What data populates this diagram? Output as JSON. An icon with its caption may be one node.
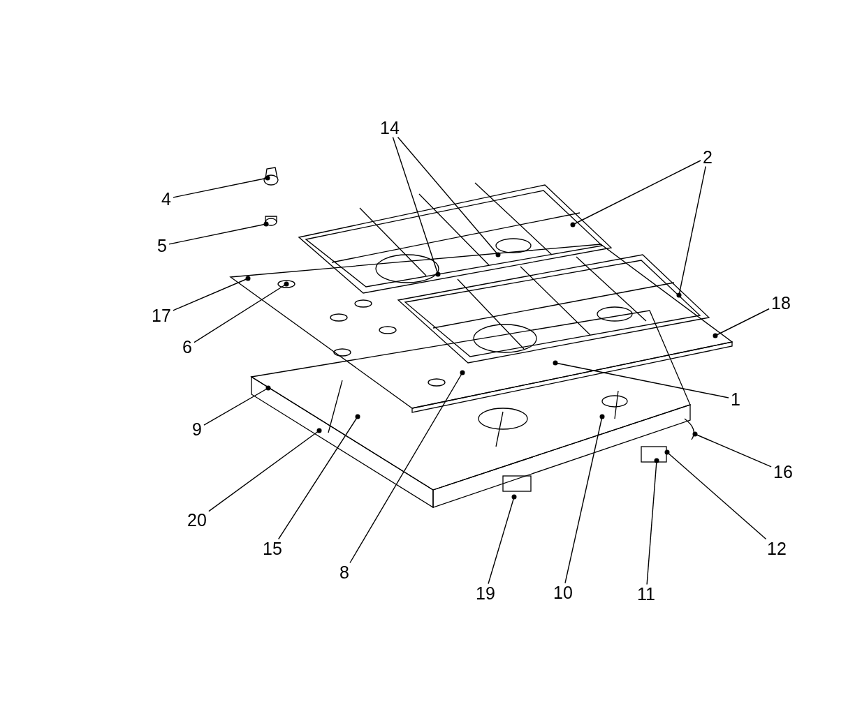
{
  "diagram": {
    "nodes": [
      {
        "text": [
          "14"
        ]
      },
      {
        "text": [
          "2"
        ]
      },
      {
        "text": [
          "4"
        ]
      },
      {
        "text": [
          "5"
        ]
      },
      {
        "text": [
          "18"
        ]
      },
      {
        "text": [
          "17"
        ]
      },
      {
        "text": [
          "6"
        ]
      },
      {
        "text": [
          "1"
        ]
      },
      {
        "text": [
          "9"
        ]
      },
      {
        "text": [
          "16"
        ]
      },
      {
        "text": [
          "20"
        ]
      },
      {
        "text": [
          "15"
        ]
      },
      {
        "text": [
          "12"
        ]
      },
      {
        "text": [
          "8"
        ]
      },
      {
        "text": [
          "19"
        ]
      },
      {
        "text": [
          "10"
        ]
      },
      {
        "text": [
          "11"
        ]
      }
    ],
    "edges": [
      {
        "from": 0,
        "to": null,
        "arrow": "other"
      },
      {
        "from": 0,
        "to": null,
        "arrow": "other"
      },
      {
        "from": 1,
        "to": null,
        "arrow": "other"
      },
      {
        "from": 1,
        "to": null,
        "arrow": "other"
      },
      {
        "from": 2,
        "to": null,
        "arrow": "other"
      },
      {
        "from": 3,
        "to": null,
        "arrow": "other"
      },
      {
        "from": 4,
        "to": null,
        "arrow": "other"
      },
      {
        "from": 5,
        "to": null,
        "arrow": "other"
      },
      {
        "from": 6,
        "to": null,
        "arrow": "other"
      },
      {
        "from": 7,
        "to": null,
        "arrow": "other"
      },
      {
        "from": 8,
        "to": null,
        "arrow": "other"
      },
      {
        "from": 9,
        "to": null,
        "arrow": "other"
      },
      {
        "from": 10,
        "to": null,
        "arrow": "other"
      },
      {
        "from": 11,
        "to": null,
        "arrow": "other"
      },
      {
        "from": 12,
        "to": null,
        "arrow": "other"
      },
      {
        "from": 13,
        "to": null,
        "arrow": "other"
      },
      {
        "from": 14,
        "to": null,
        "arrow": "other"
      },
      {
        "from": 15,
        "to": null,
        "arrow": "other"
      },
      {
        "from": 16,
        "to": null,
        "arrow": "other"
      }
    ]
  }
}
